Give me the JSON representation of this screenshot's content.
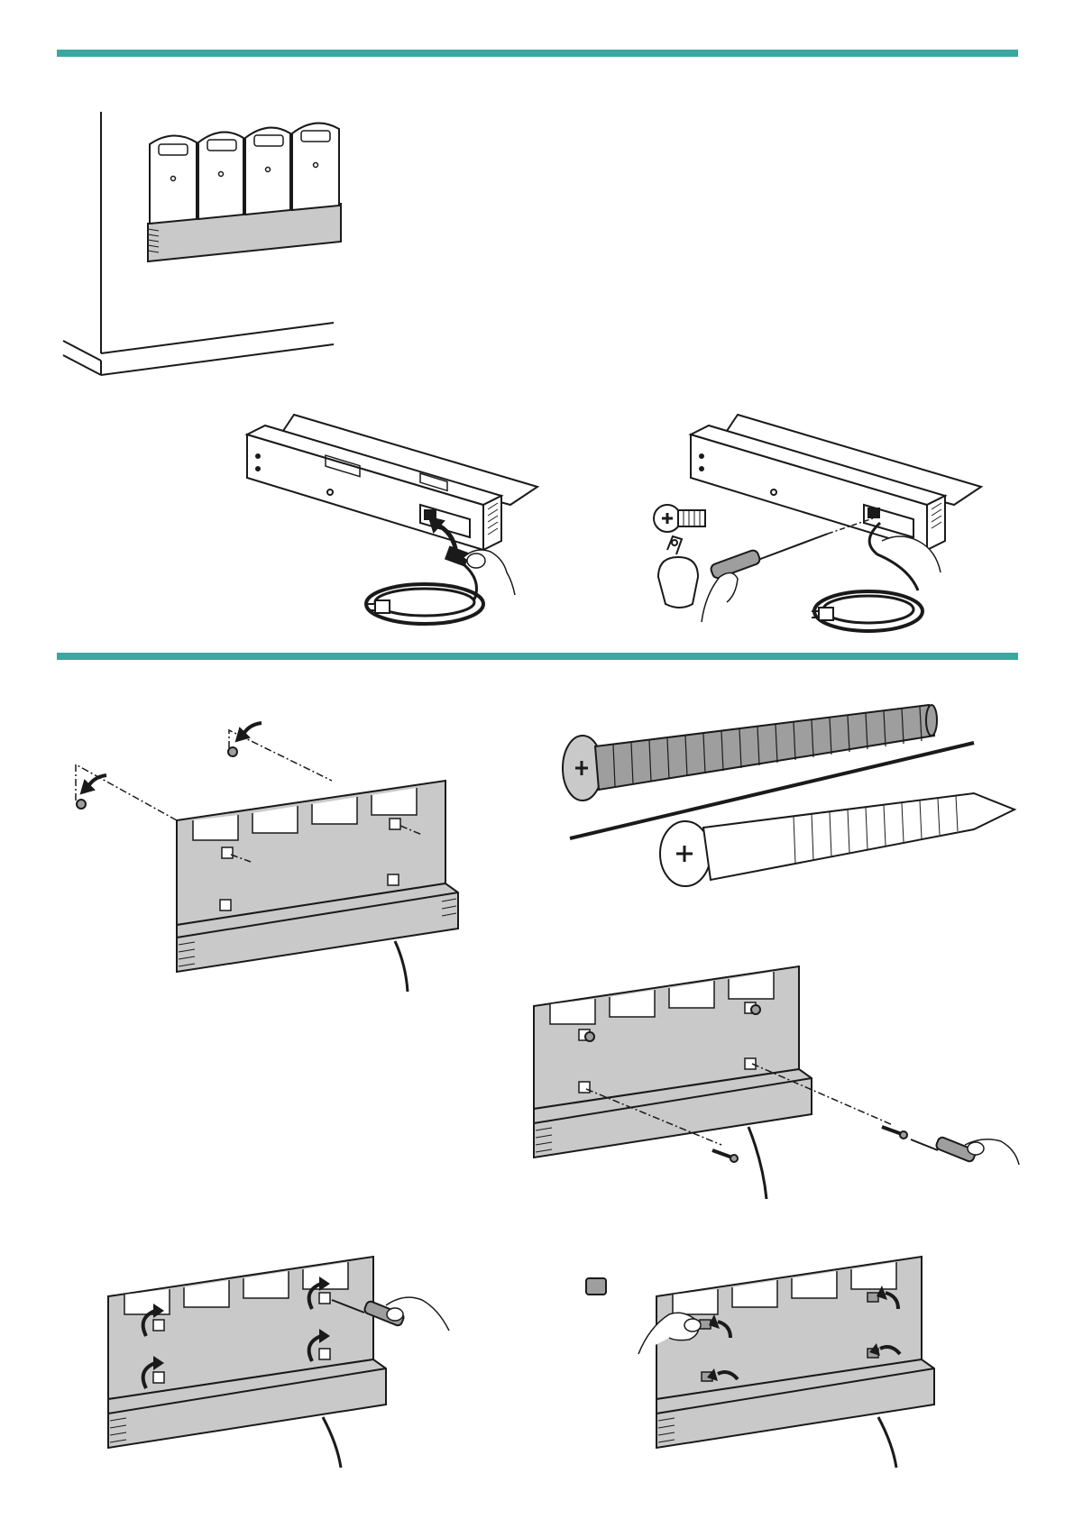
{
  "colors": {
    "section_rule": "#3aa8a0",
    "panel_fill": "#c9c9c9",
    "panel_dark": "#9e9e9e",
    "line": "#1a1a1a",
    "paper": "#ffffff"
  },
  "sections": [
    {
      "figures": [
        {
          "id": "wall-mounted-charger",
          "icons": [
            "wall-icon",
            "charger-rack-icon",
            "battery-pack-icon",
            "floor-icon"
          ]
        },
        {
          "id": "connect-power-cord",
          "icons": [
            "power-cord-icon",
            "hand-icon",
            "arrow-icon"
          ]
        },
        {
          "id": "secure-cord-with-clamp",
          "icons": [
            "screw-icon",
            "cable-clamp-icon",
            "screwdriver-icon",
            "power-cord-icon"
          ]
        }
      ]
    },
    {
      "figures": [
        {
          "id": "upper-mounting-screws",
          "icons": [
            "wall-screw-icon",
            "arrow-icon",
            "mounting-plate-icon"
          ]
        },
        {
          "id": "screw-type-comparison",
          "icons": [
            "machine-bolt-icon",
            "wood-screw-icon"
          ]
        },
        {
          "id": "lower-mounting-screws",
          "icons": [
            "mounting-plate-icon",
            "screwdriver-icon",
            "wall-screw-icon"
          ]
        },
        {
          "id": "tighten-all-screws",
          "icons": [
            "mounting-plate-icon",
            "rotate-arrow-icon",
            "screwdriver-icon"
          ]
        },
        {
          "id": "attach-cover-caps",
          "icons": [
            "cover-cap-icon",
            "mounting-plate-icon",
            "hand-icon",
            "arrow-icon"
          ]
        }
      ]
    }
  ]
}
